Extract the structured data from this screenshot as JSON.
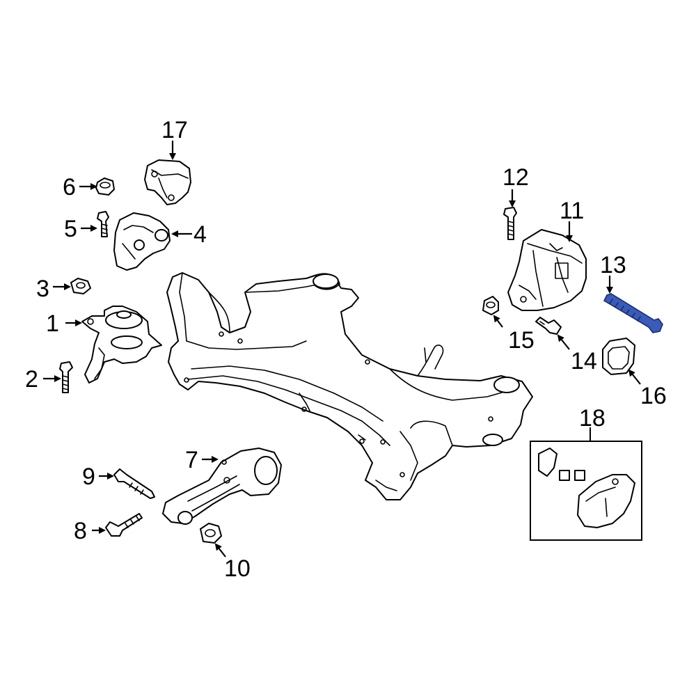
{
  "diagram": {
    "highlight_color": "#3a5bb8",
    "callouts": [
      {
        "id": "1",
        "text": "1"
      },
      {
        "id": "2",
        "text": "2"
      },
      {
        "id": "3",
        "text": "3"
      },
      {
        "id": "4",
        "text": "4"
      },
      {
        "id": "5",
        "text": "5"
      },
      {
        "id": "6",
        "text": "6"
      },
      {
        "id": "7",
        "text": "7"
      },
      {
        "id": "8",
        "text": "8"
      },
      {
        "id": "9",
        "text": "9"
      },
      {
        "id": "10",
        "text": "10"
      },
      {
        "id": "11",
        "text": "11"
      },
      {
        "id": "12",
        "text": "12"
      },
      {
        "id": "13",
        "text": "13"
      },
      {
        "id": "14",
        "text": "14"
      },
      {
        "id": "15",
        "text": "15"
      },
      {
        "id": "16",
        "text": "16"
      },
      {
        "id": "17",
        "text": "17"
      },
      {
        "id": "18",
        "text": "18"
      }
    ],
    "highlighted_part": "13"
  }
}
